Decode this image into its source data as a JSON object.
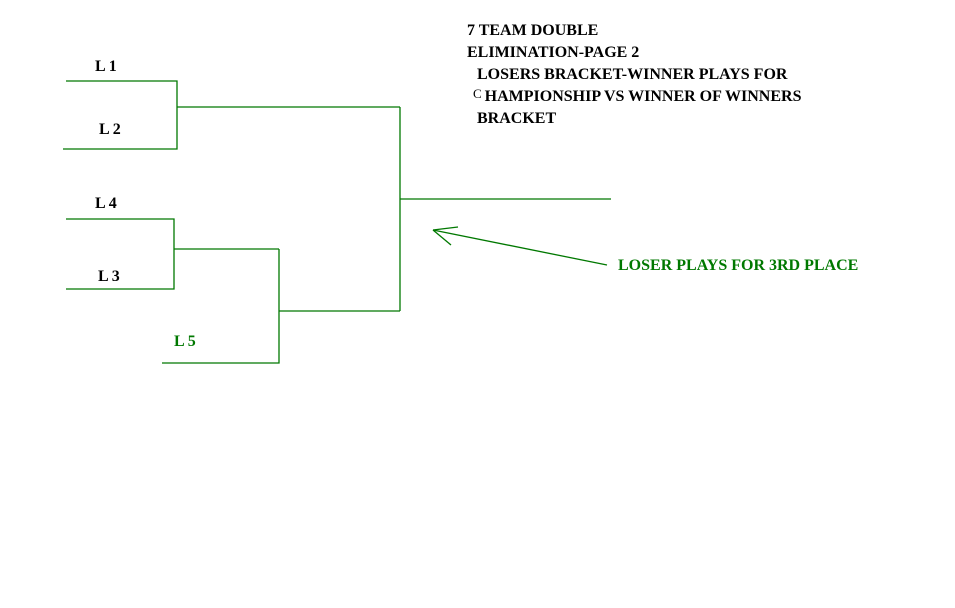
{
  "title": {
    "line1": "7 TEAM DOUBLE",
    "line2": "ELIMINATION-PAGE 2",
    "line3": "LOSERS BRACKET-WINNER PLAYS FOR",
    "line4_initial": "C",
    "line4_rest": "HAMPIONSHIP VS WINNER OF WINNERS",
    "line5": "BRACKET"
  },
  "slots": {
    "l1": "L 1",
    "l2": "L 2",
    "l4": "L 4",
    "l3": "L 3",
    "l5": "L 5"
  },
  "annotation": "LOSER PLAYS FOR 3RD PLACE",
  "colors": {
    "line": "#007800",
    "text": "#000000",
    "accent_text": "#007800"
  }
}
